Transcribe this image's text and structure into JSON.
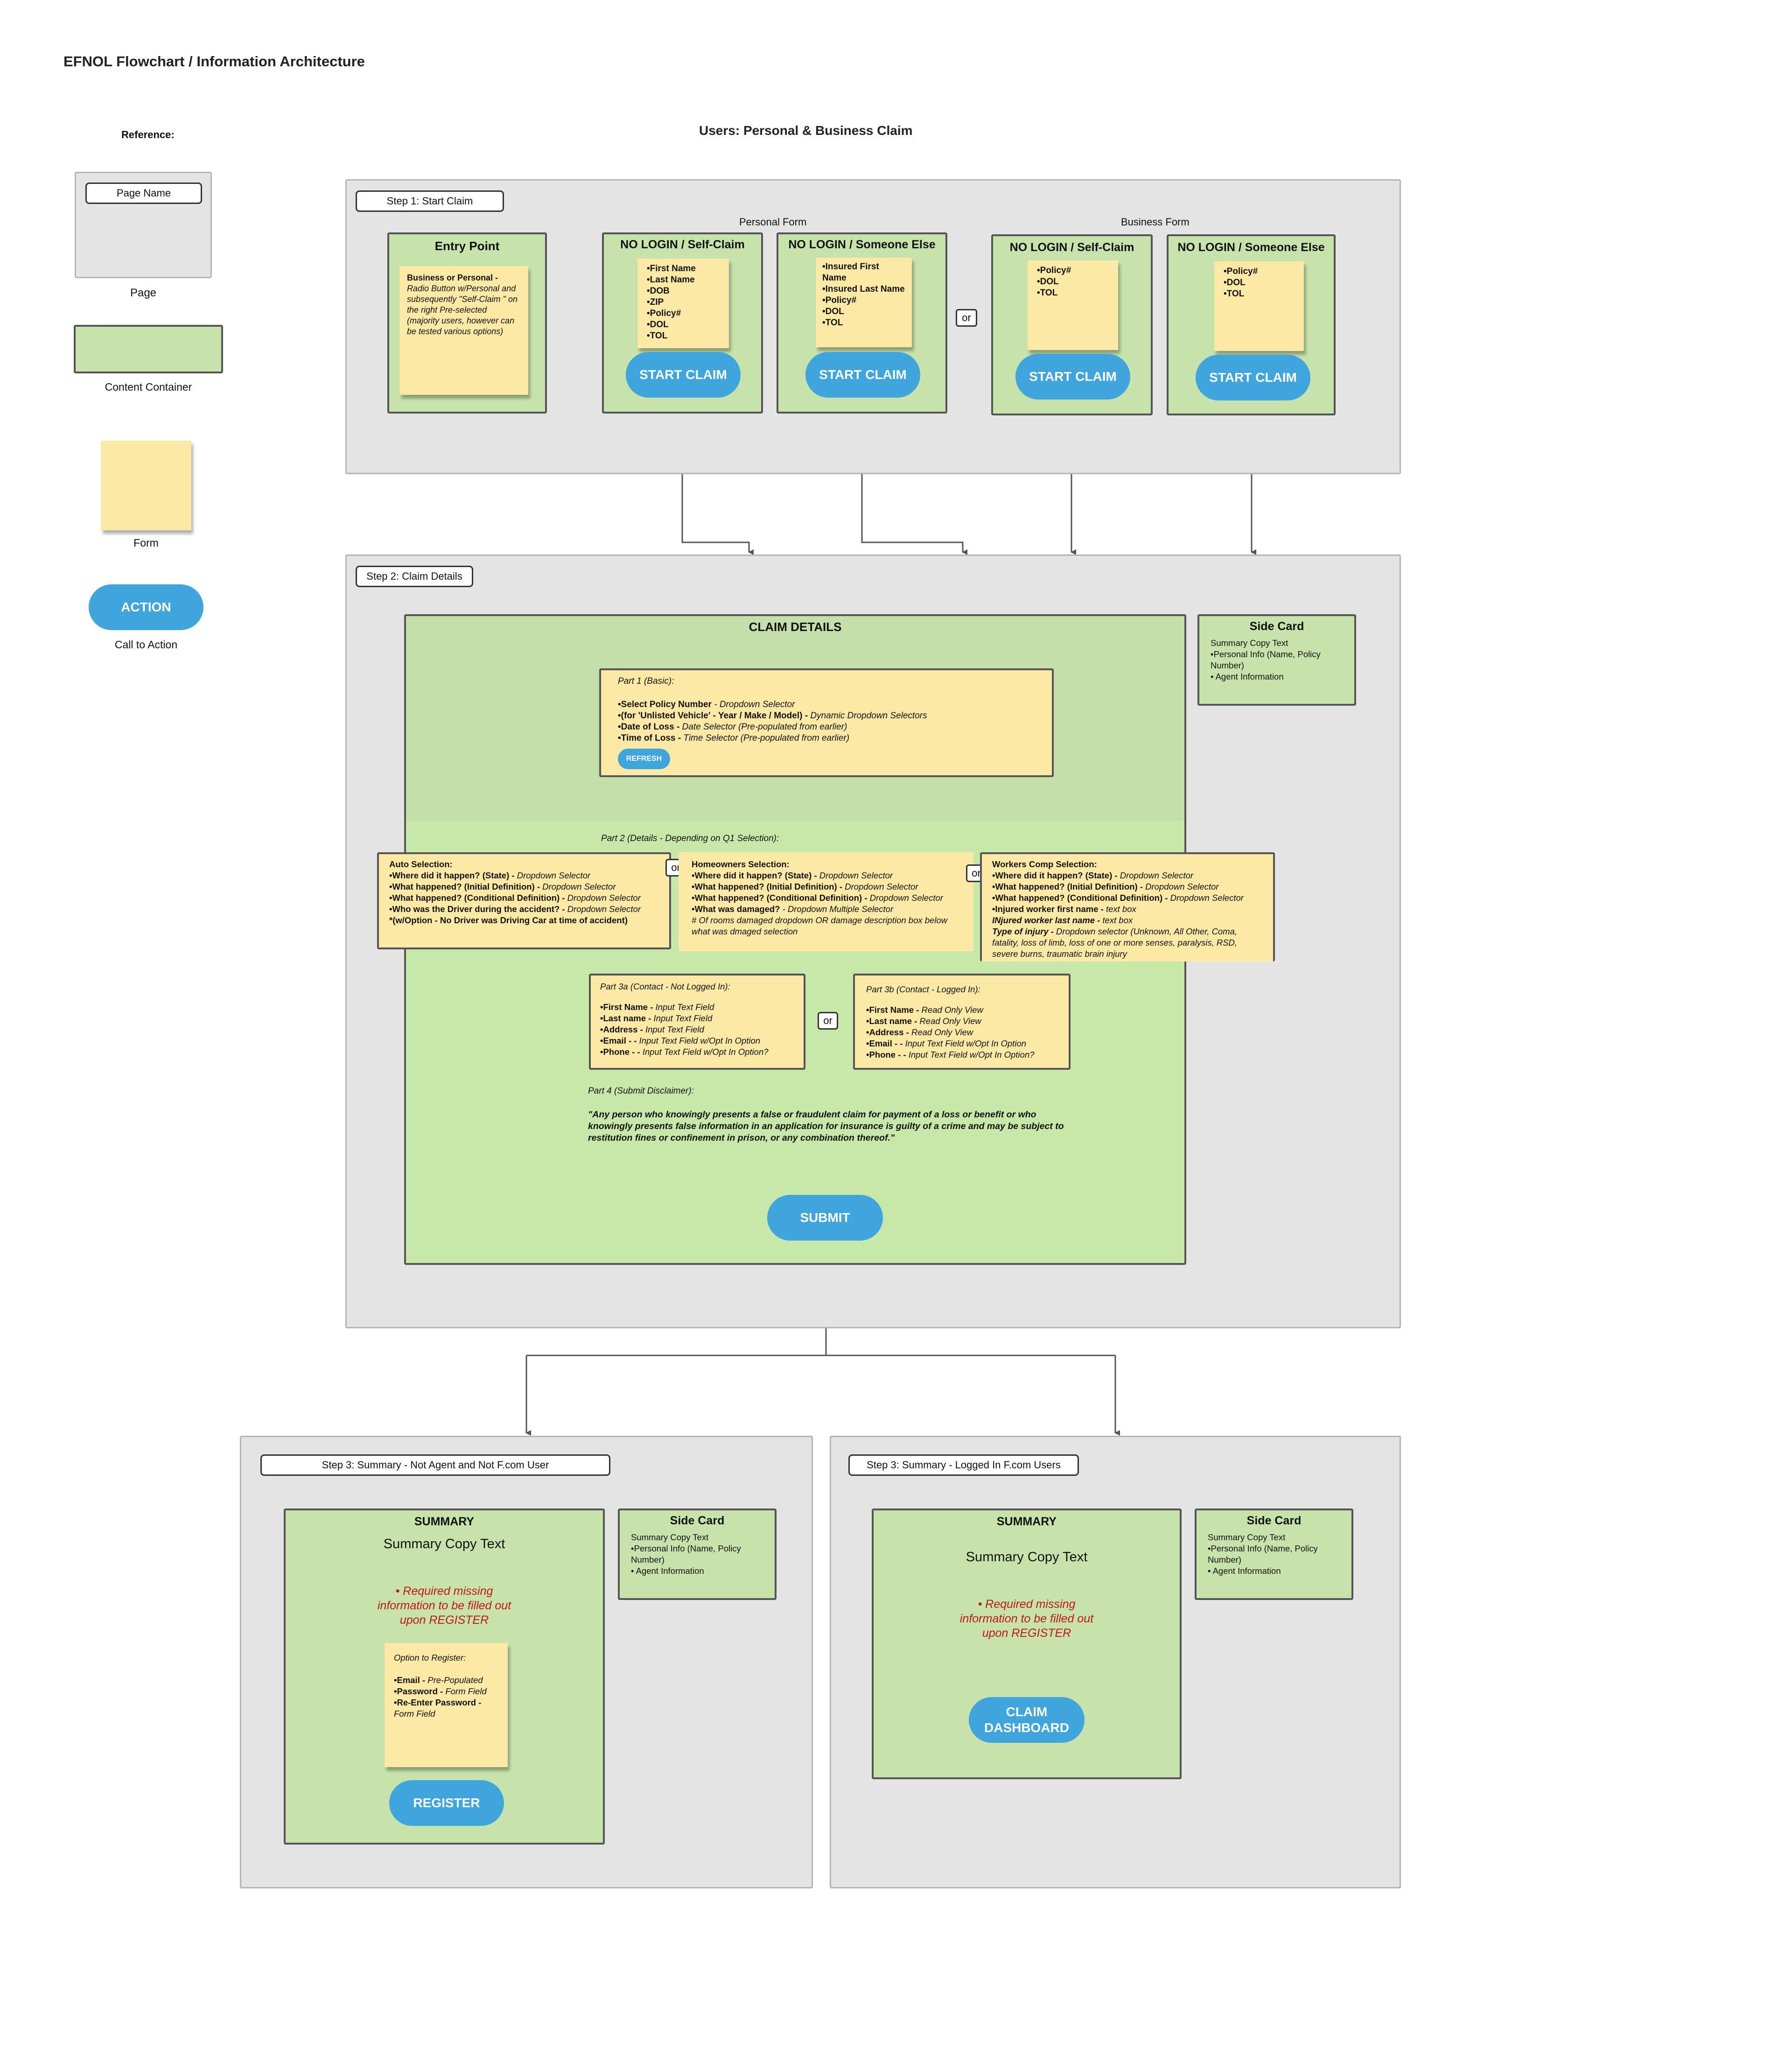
{
  "title": "EFNOL Flowchart / Information Architecture",
  "subtitle": "Users: Personal & Business Claim",
  "reference": {
    "heading": "Reference:",
    "page_node_label": "Page Name",
    "page_caption": "Page",
    "container_caption": "Content Container",
    "form_caption": "Form",
    "action_label": "ACTION",
    "action_caption": "Call to Action"
  },
  "step1": {
    "label": "Step 1: Start Claim",
    "personal_form_label": "Personal Form",
    "business_form_label": "Business Form",
    "or_label": "or",
    "entry_point": {
      "title": "Entry Point",
      "bold": "Business or Personal -",
      "text": "Radio Button w/Personal and subsequently \"Self-Claim \" on the right Pre-selected (majority users, however can be tested various options)"
    },
    "personal_self": {
      "title": "NO LOGIN / Self-Claim",
      "items": [
        "•First Name",
        "•Last Name",
        "•DOB",
        "•ZIP",
        "•Policy#",
        "•DOL",
        "•TOL"
      ],
      "button": "START CLAIM"
    },
    "personal_else": {
      "title": "NO LOGIN / Someone Else",
      "items": [
        "•Insured First Name",
        "•Insured Last Name",
        "•Policy#",
        "•DOL",
        "•TOL"
      ],
      "button": "START CLAIM"
    },
    "business_self": {
      "title": "NO LOGIN / Self-Claim",
      "items": [
        "•Policy#",
        "•DOL",
        "•TOL"
      ],
      "button": "START CLAIM"
    },
    "business_else": {
      "title": "NO LOGIN / Someone Else",
      "items": [
        "•Policy#",
        "•DOL",
        "•TOL"
      ],
      "button": "START CLAIM"
    }
  },
  "step2": {
    "label": "Step 2: Claim Details",
    "container_title": "CLAIM DETAILS",
    "part1": {
      "heading": "Part 1 (Basic):",
      "lines": [
        [
          "•Select Policy Number",
          "  - Dropdown Selector"
        ],
        [
          "•(for 'Unlisted Vehicle'  - Year / Make / Model) -",
          " Dynamic Dropdown Selectors"
        ],
        [
          "•Date of Loss -",
          " Date Selector (Pre-populated from earlier)"
        ],
        [
          "•Time of Loss -",
          " Time Selector (Pre-populated from earlier)"
        ]
      ],
      "refresh": "REFRESH"
    },
    "part2_label": "Part 2 (Details - Depending on Q1 Selection):",
    "auto": {
      "heading": "Auto Selection:",
      "lines": [
        [
          "•Where did it happen? (State) -",
          " Dropdown Selector"
        ],
        [
          "•What happened? (Initial Definition) -",
          " Dropdown Selector"
        ],
        [
          "•What happened? (Conditional Definition) -",
          " Dropdown Selector"
        ],
        [
          "•Who was the Driver during the accident? -",
          " Dropdown Selector"
        ],
        [
          "*(w/Option  - No Driver was Driving Car at time of accident)",
          ""
        ]
      ]
    },
    "home": {
      "heading": "Homeowners Selection:",
      "lines": [
        [
          "•Where did it happen? (State) -",
          " Dropdown Selector"
        ],
        [
          "•What happened? (Initial Definition) -",
          " Dropdown Selector"
        ],
        [
          "•What happened? (Conditional Definition) -",
          " Dropdown Selector"
        ],
        [
          "•What was damaged?",
          "  - Dropdown Multiple Selector"
        ]
      ],
      "extra": "  # Of rooms damaged dropdown OR damage description box below what was dmaged selection"
    },
    "workers": {
      "heading": "Workers Comp Selection:",
      "lines": [
        [
          "•Where did it happen? (State) -",
          " Dropdown Selector"
        ],
        [
          "•What happened? (Initial Definition) -",
          " Dropdown Selector"
        ],
        [
          "•What happened? (Conditional Definition) -",
          " Dropdown Selector"
        ],
        [
          "•Injured worker first name -",
          " text box"
        ],
        [
          "INjured worker last name -",
          " text box"
        ],
        [
          "Type of injury -",
          " Dropdown selector (Unknown, All Other, Coma, fatality, loss of limb, loss of one or more senses, paralysis, RSD, severe burns, traumatic brain injury"
        ]
      ]
    },
    "part3a": {
      "heading": "Part 3a (Contact - Not Logged In):",
      "lines": [
        [
          "•First Name -",
          " Input Text Field"
        ],
        [
          "•Last name -",
          " Input Text Field"
        ],
        [
          "•Address -",
          " Input Text Field"
        ],
        [
          "•Email - -",
          " Input Text Field w/Opt In Option"
        ],
        [
          "•Phone - -",
          " Input Text Field w/Opt In Option?"
        ]
      ]
    },
    "part3b": {
      "heading": "Part 3b (Contact - Logged In):",
      "lines": [
        [
          "•First Name -",
          " Read Only View"
        ],
        [
          "•Last name -",
          " Read Only View"
        ],
        [
          "•Address -",
          " Read Only View"
        ],
        [
          "•Email - -",
          " Input Text Field w/Opt In Option"
        ],
        [
          "•Phone - -",
          " Input Text Field w/Opt In Option?"
        ]
      ]
    },
    "part4_heading": "Part 4 (Submit Disclaimer):",
    "part4_text": "\"Any person who knowingly presents a false or fraudulent claim for payment of a loss or benefit or who knowingly presents false information in an application for insurance is guilty of a crime and may be subject to restitution fines or confinement in prison, or any combination thereof.\"",
    "submit": "SUBMIT",
    "or_label": "or"
  },
  "side_card": {
    "title": "Side Card",
    "lines": [
      "Summary Copy Text",
      "•Personal Info (Name, Policy Number)",
      "• Agent Information"
    ]
  },
  "step3a": {
    "label": "Step 3: Summary - Not Agent and Not F.com User",
    "summary_title": "SUMMARY",
    "summary_text": "Summary Copy Text",
    "required_text": "• Required missing information to be filled out upon REGISTER",
    "register_heading": "Option to Register:",
    "register_lines": [
      [
        "•Email -",
        " Pre-Populated"
      ],
      [
        "•Password -",
        " Form Field"
      ],
      [
        "•Re-Enter Password -",
        " Form Field"
      ]
    ],
    "button": "REGISTER"
  },
  "step3b": {
    "label": "Step 3: Summary - Logged In F.com Users",
    "summary_title": "SUMMARY",
    "summary_text": "Summary Copy Text",
    "required_text": "• Required missing information to be filled out upon REGISTER",
    "button": "CLAIM DASHBOARD"
  },
  "colors": {
    "page_bg": "#e4e4e4",
    "container": "#c7e3ab",
    "form": "#fde9a6",
    "action": "#3fa5dc",
    "required": "#c0151c"
  }
}
